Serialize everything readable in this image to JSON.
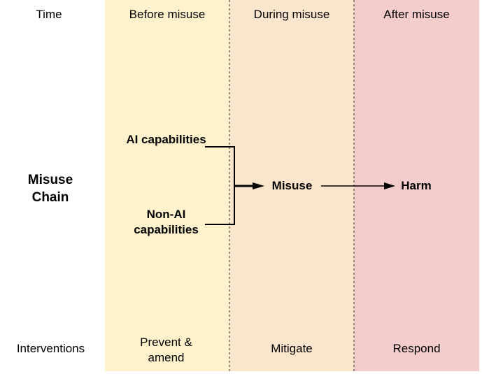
{
  "colors": {
    "before": "#fff2cc",
    "during": "#fce5cd",
    "after": "#f4cccc"
  },
  "header": {
    "time": "Time",
    "before": "Before misuse",
    "during": "During misuse",
    "after": "After misuse"
  },
  "chain": {
    "label": "Misuse Chain",
    "ai": "AI capabilities",
    "non_ai": "Non-AI capabilities",
    "misuse": "Misuse",
    "harm": "Harm"
  },
  "interventions": {
    "label": "Interventions",
    "before": "Prevent & amend",
    "during": "Mitigate",
    "after": "Respond"
  }
}
